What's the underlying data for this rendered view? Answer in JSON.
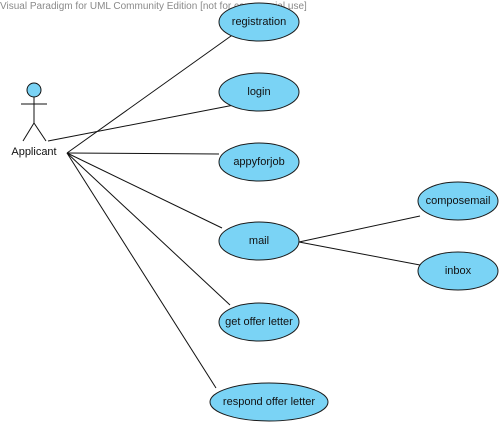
{
  "watermark": "Visual Paradigm for UML Community Edition [not for commercial use]",
  "colors": {
    "use_case_fill": "#7ad3f5",
    "stroke": "#111111",
    "watermark": "#8a8a8a"
  },
  "actor": {
    "name": "Applicant",
    "icon": "stick-figure-actor-icon"
  },
  "use_cases": [
    {
      "id": "registration",
      "label": "registration"
    },
    {
      "id": "login",
      "label": "login"
    },
    {
      "id": "appyforjob",
      "label": "appyforjob"
    },
    {
      "id": "mail",
      "label": "mail"
    },
    {
      "id": "get-offer-letter",
      "label": "get offer letter"
    },
    {
      "id": "respond-offer-letter",
      "label": "respond offer letter"
    },
    {
      "id": "composemail",
      "label": "composemail"
    },
    {
      "id": "inbox",
      "label": "inbox"
    }
  ],
  "associations": [
    {
      "from": "Applicant",
      "to": "registration"
    },
    {
      "from": "Applicant",
      "to": "login"
    },
    {
      "from": "Applicant",
      "to": "appyforjob"
    },
    {
      "from": "Applicant",
      "to": "mail"
    },
    {
      "from": "Applicant",
      "to": "get offer letter"
    },
    {
      "from": "Applicant",
      "to": "respond offer letter"
    },
    {
      "from": "mail",
      "to": "composemail"
    },
    {
      "from": "mail",
      "to": "inbox"
    }
  ]
}
